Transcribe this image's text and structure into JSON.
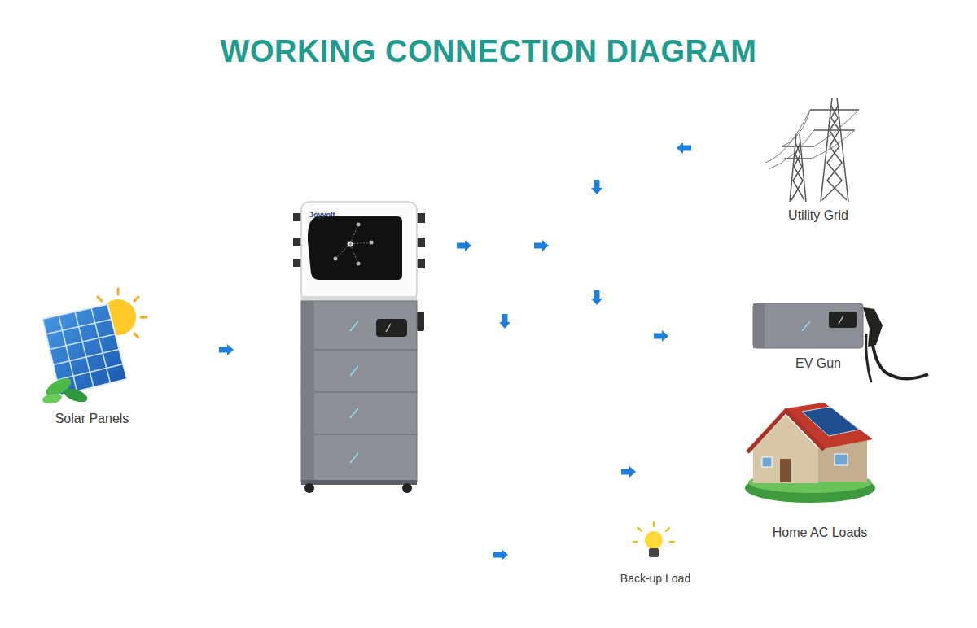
{
  "diagram": {
    "title": "WORKING CONNECTION DIAGRAM",
    "nodes": [
      {
        "text": [
          "Solar Panels"
        ]
      },
      {
        "text": [
          "Joyvolt"
        ]
      },
      {
        "text": [
          "Utility Grid"
        ]
      },
      {
        "text": [
          "EV Gun"
        ]
      },
      {
        "text": [
          "Home AC Loads"
        ]
      },
      {
        "text": [
          "Back-up Load"
        ]
      }
    ],
    "edges": [
      {
        "from": 0,
        "to": 1,
        "arrow": "to"
      },
      {
        "from": 1,
        "to": 3,
        "arrow": "to"
      },
      {
        "from": 2,
        "to": 3,
        "arrow": "to"
      },
      {
        "from": 1,
        "to": 4,
        "arrow": "to"
      },
      {
        "from": 1,
        "to": 5,
        "arrow": "to"
      }
    ]
  }
}
